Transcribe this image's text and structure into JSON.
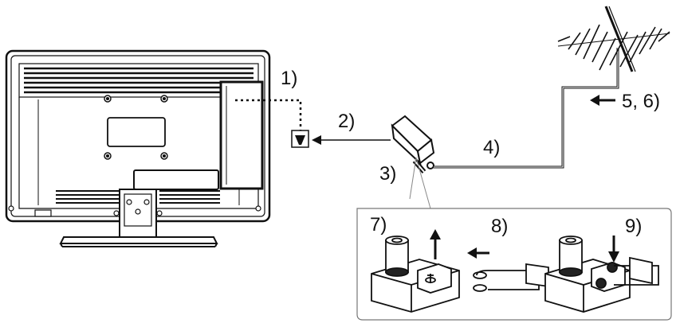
{
  "labels": {
    "l1": "1)",
    "l2": "2)",
    "l3": "3)",
    "l4": "4)",
    "l56": "5, 6)",
    "l7": "7)",
    "l8": "8)",
    "l9": "9)"
  },
  "colors": {
    "line": "#111111",
    "fill": "#ffffff",
    "dark": "#2a2a2a",
    "callout": "#888888"
  }
}
